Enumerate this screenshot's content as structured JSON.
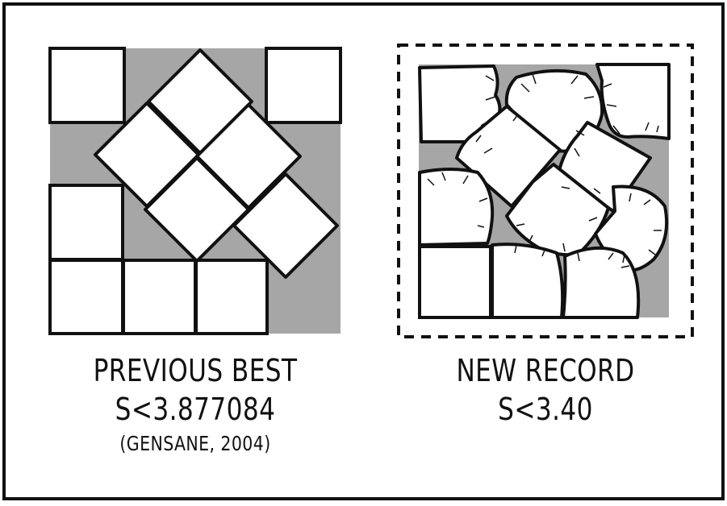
{
  "left_panel": {
    "title": "PREVIOUS BEST",
    "value": "S<3.877084",
    "citation": "(GENSANE, 2004)"
  },
  "right_panel": {
    "title": "NEW RECORD",
    "value": "S<3.40"
  },
  "colors": {
    "background": "#ffffff",
    "ink": "#111111",
    "container_fill": "#a6a6a6",
    "square_fill": "#ffffff"
  }
}
